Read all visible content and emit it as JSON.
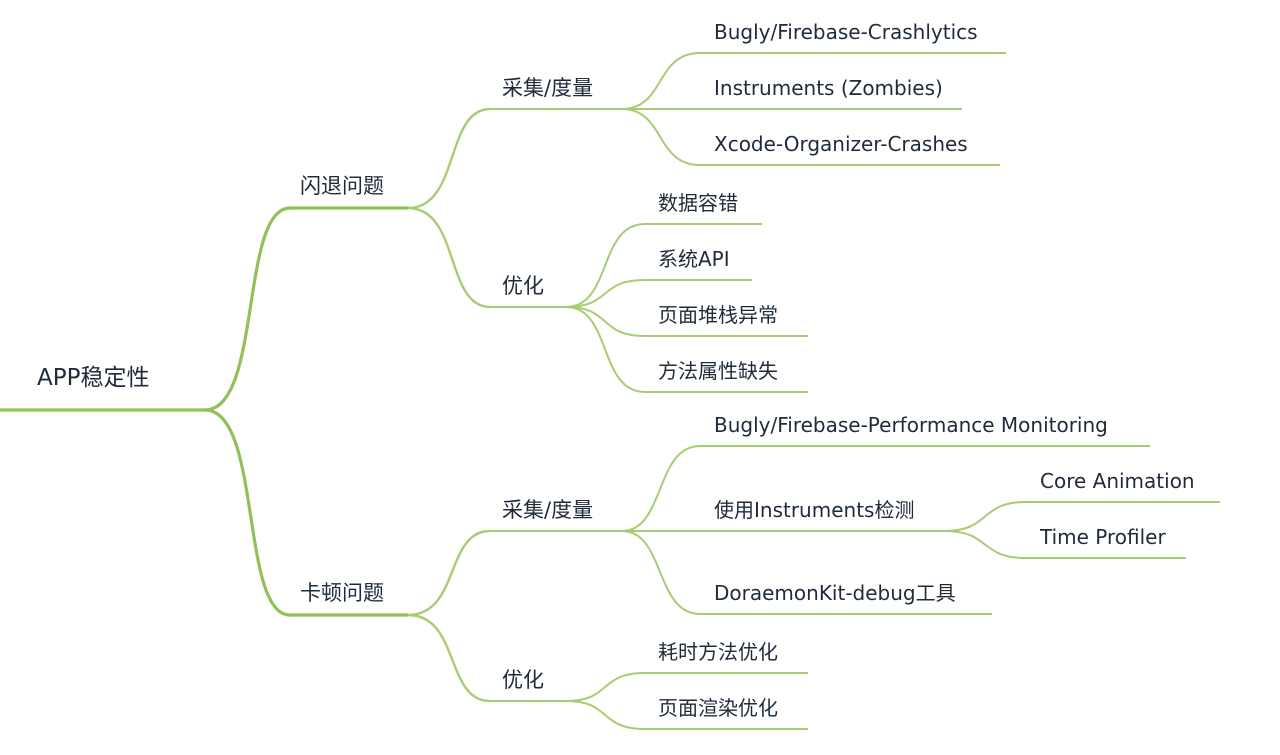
{
  "mindmap": {
    "root": "APP稳定性",
    "crash": {
      "label": "闪退问题",
      "collect": {
        "label": "采集/度量",
        "items": [
          "Bugly/Firebase-Crashlytics",
          "Instruments (Zombies)",
          "Xcode-Organizer-Crashes"
        ]
      },
      "optimize": {
        "label": "优化",
        "items": [
          "数据容错",
          "系统API",
          "页面堆栈异常",
          "方法属性缺失"
        ]
      }
    },
    "lag": {
      "label": "卡顿问题",
      "collect": {
        "label": "采集/度量",
        "item_bugly": "Bugly/Firebase-Performance Monitoring",
        "instruments": {
          "label": "使用Instruments检测",
          "items": [
            "Core Animation",
            "Time Profiler"
          ]
        },
        "item_doraemon": "DoraemonKit-debug工具"
      },
      "optimize": {
        "label": "优化",
        "items": [
          "耗时方法优化",
          "页面渲染优化"
        ]
      }
    }
  },
  "colors": {
    "branch": "#a9cc72",
    "trunk": "#92c15a",
    "text": "#1f2b3a"
  }
}
